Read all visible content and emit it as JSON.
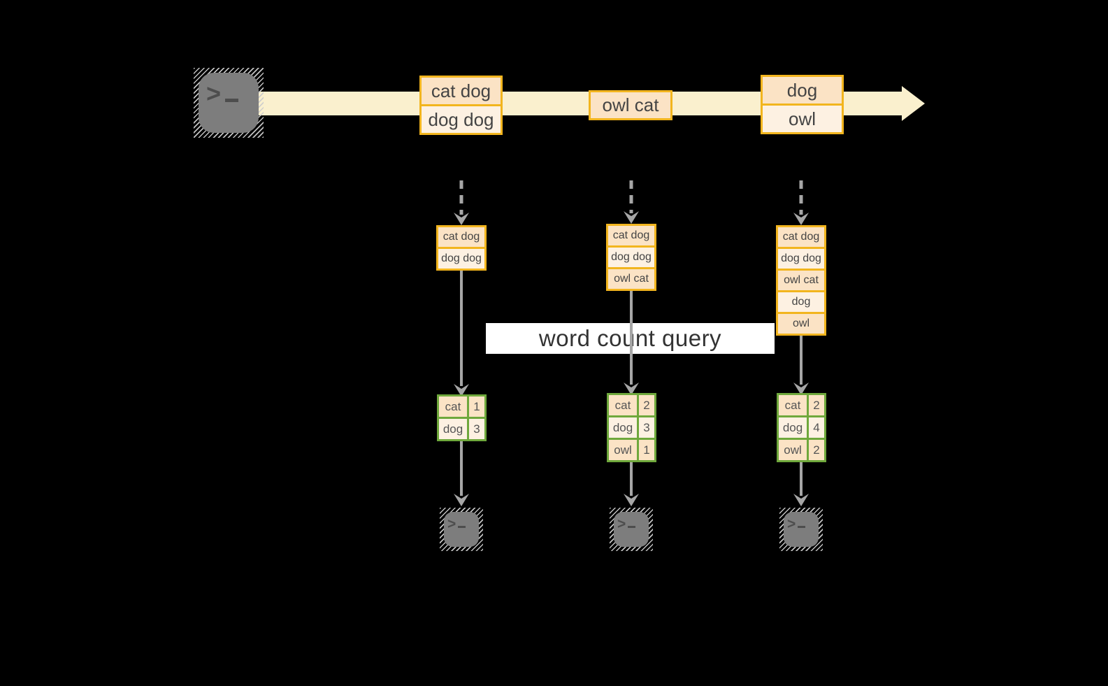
{
  "banner": {
    "query_label": "word count query"
  },
  "stream": {
    "source_icon": "terminal-icon",
    "events": [
      {
        "lines": [
          "cat dog",
          "dog dog"
        ]
      },
      {
        "lines": [
          "owl cat"
        ]
      },
      {
        "lines": [
          "dog",
          "owl"
        ]
      }
    ]
  },
  "columns": [
    {
      "snapshot": [
        "cat dog",
        "dog dog"
      ],
      "counts": [
        {
          "word": "cat",
          "count": "1"
        },
        {
          "word": "dog",
          "count": "3"
        }
      ]
    },
    {
      "snapshot": [
        "cat dog",
        "dog dog",
        "owl cat"
      ],
      "counts": [
        {
          "word": "cat",
          "count": "2"
        },
        {
          "word": "dog",
          "count": "3"
        },
        {
          "word": "owl",
          "count": "1"
        }
      ]
    },
    {
      "snapshot": [
        "cat dog",
        "dog dog",
        "owl cat",
        "dog",
        "owl"
      ],
      "counts": [
        {
          "word": "cat",
          "count": "2"
        },
        {
          "word": "dog",
          "count": "4"
        },
        {
          "word": "owl",
          "count": "2"
        }
      ]
    }
  ],
  "icons": {
    "source": "terminal-icon",
    "sinks": [
      "terminal-icon",
      "terminal-icon",
      "terminal-icon"
    ],
    "prompt_glyph": ">_"
  },
  "colors": {
    "background": "#000000",
    "stream_band": "#FAF0CE",
    "box_border": "#F2B51E",
    "box_fill_dark": "#FBE3C5",
    "box_fill_light": "#FDF1E2",
    "table_border": "#6FA83C",
    "table_fill_dark": "#E5ECD9",
    "table_fill_light": "#F1F5EB",
    "arrow_gray": "#A6A6A6",
    "terminal_gray": "#7D7D7D"
  }
}
